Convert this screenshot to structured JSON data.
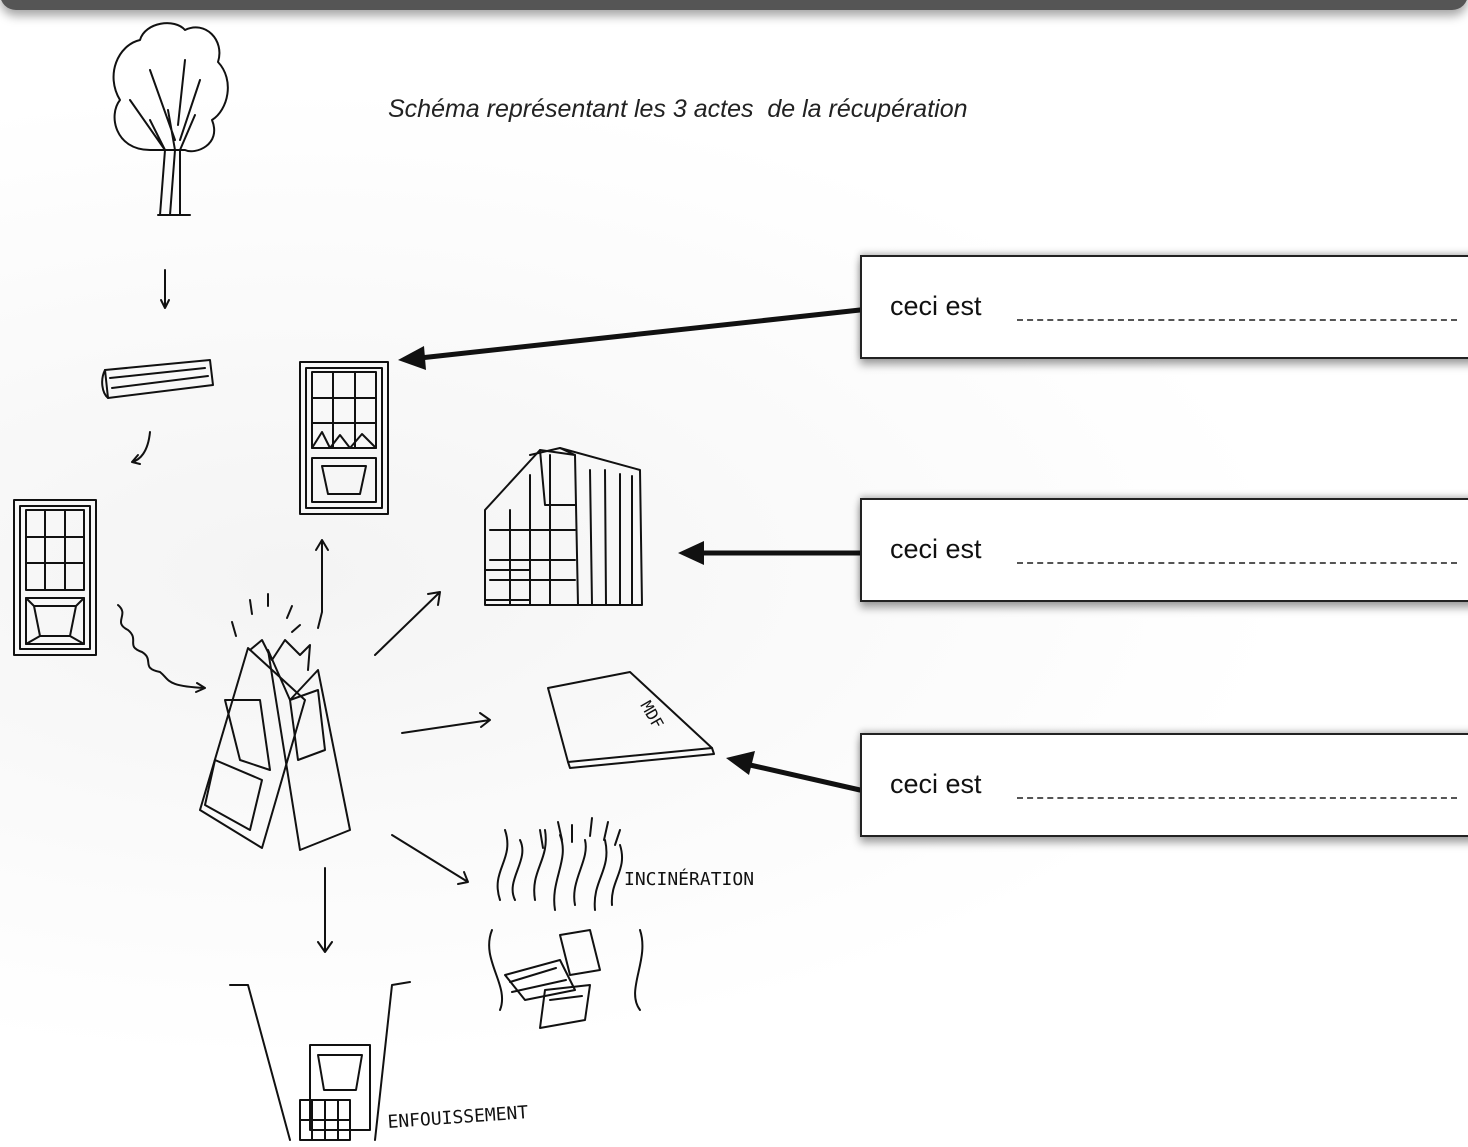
{
  "caption": "Schéma représentant les 3 actes  de la récupération",
  "labels": {
    "incineration": "INCINÉRATION",
    "enfouissement": "ENFOUISSEMENT",
    "mdf": "MDF"
  },
  "questions": [
    {
      "prefix": "ceci est"
    },
    {
      "prefix": "ceci est"
    },
    {
      "prefix": "ceci est"
    }
  ]
}
